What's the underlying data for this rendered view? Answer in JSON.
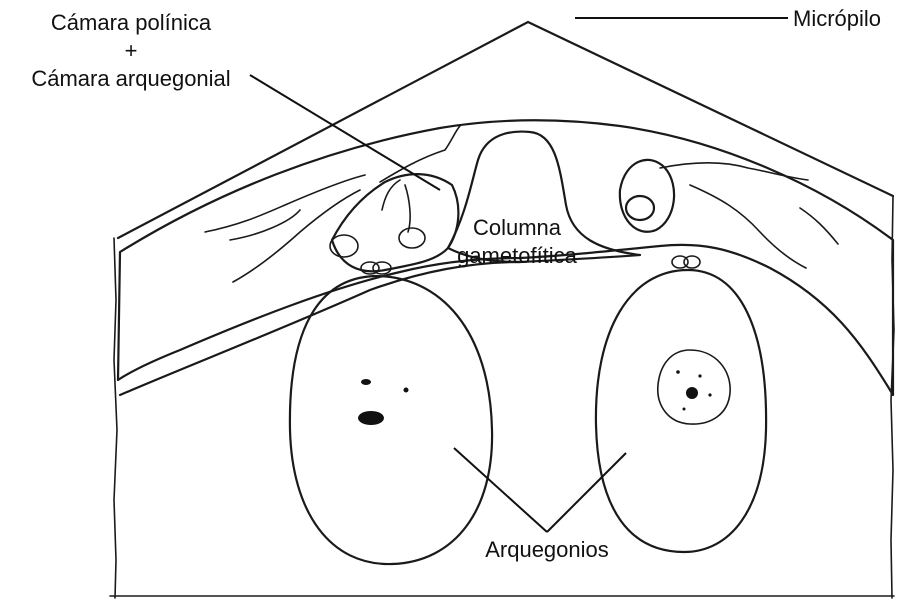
{
  "labels": {
    "camara_polinica": "Cámara polínica",
    "plus": "+",
    "camara_arquegonial": "Cámara arquegonial",
    "micropilo": "Micrópilo",
    "columna_line1": "Columna",
    "columna_line2": "gametofítica",
    "arquegonios": "Arquegonios"
  },
  "colors": {
    "ink": "#111111",
    "background": "#ffffff",
    "stipple": "#2b2b2b"
  }
}
